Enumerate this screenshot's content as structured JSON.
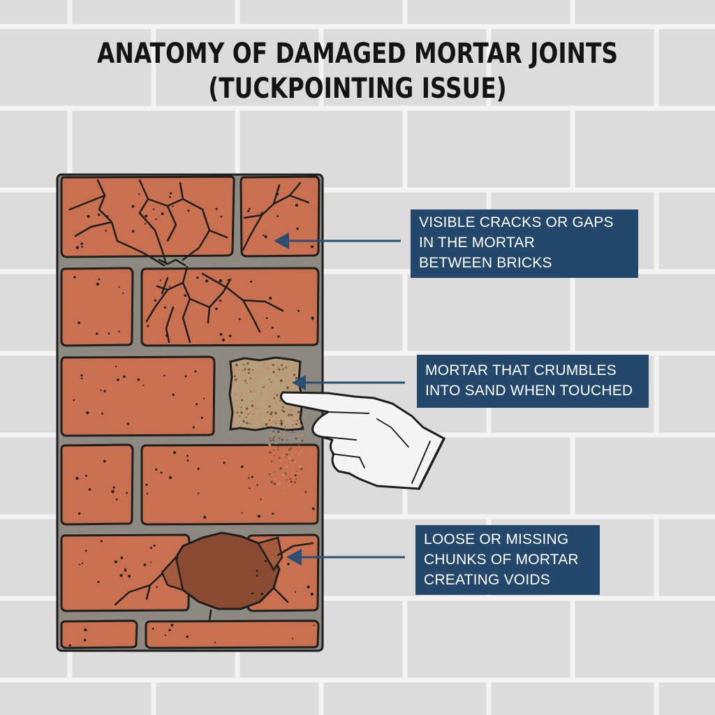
{
  "title": {
    "line1": "ANATOMY OF DAMAGED MORTAR JOINTS",
    "line2": "(TUCKPOINTING ISSUE)"
  },
  "callouts": [
    {
      "lines": [
        "VISIBLE CRACKS OR GAPS",
        "IN THE MORTAR",
        "BETWEEN BRICKS"
      ]
    },
    {
      "lines": [
        "MORTAR THAT CRUMBLES",
        "INTO SAND WHEN TOUCHED"
      ]
    },
    {
      "lines": [
        "LOOSE OR MISSING",
        "CHUNKS OF MORTAR",
        "CREATING VOIDS"
      ]
    }
  ],
  "colors": {
    "background_wall": "#dcdcdc",
    "wall_mortar_line": "#f4f4f4",
    "brick": "#c97050",
    "mortar": "#8e8a82",
    "sand_patch": "#b89d7c",
    "void": "#8a4a32",
    "callout_bg": "#23486b",
    "arrow": "#2c4e70",
    "glove": "#f5f5f5"
  },
  "icons": [
    "gloved-hand-icon"
  ]
}
